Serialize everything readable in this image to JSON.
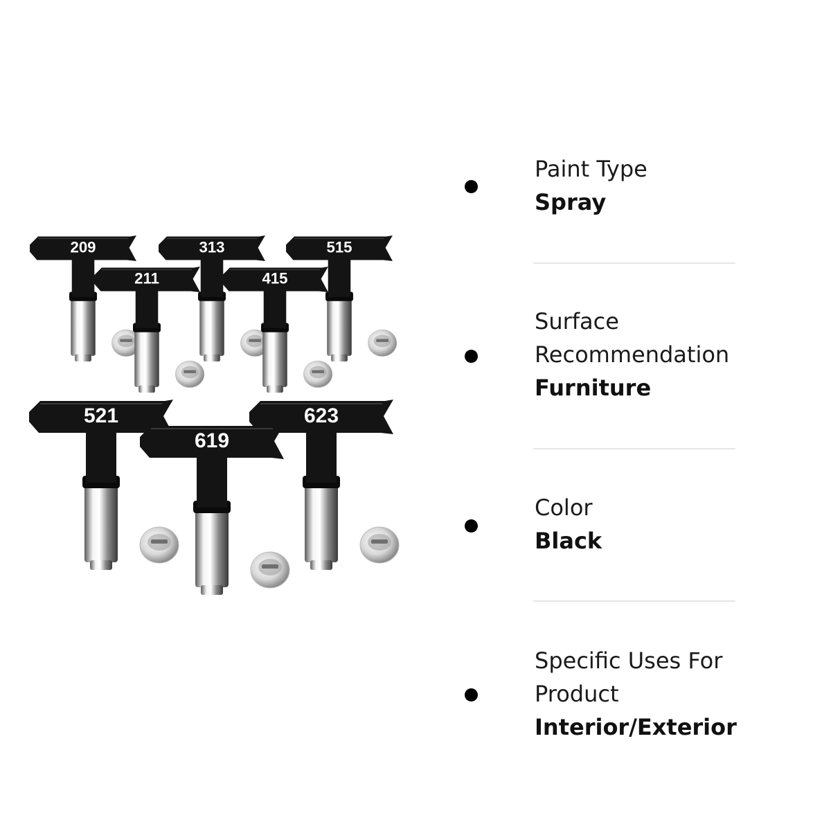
{
  "product": {
    "tip_numbers": [
      "209",
      "211",
      "313",
      "415",
      "515",
      "521",
      "619",
      "623"
    ],
    "colors": {
      "tip_body": "#141414",
      "steel_light": "#e8e8e8",
      "steel_dark": "#707070",
      "text": "#111111",
      "divider": "#e6e6e6"
    }
  },
  "specs": [
    {
      "label": "Paint Type",
      "value": "Spray"
    },
    {
      "label": "Surface Recommendation",
      "value": "Furniture"
    },
    {
      "label": "Color",
      "value": "Black"
    },
    {
      "label": "Specific Uses For Product",
      "value": "Interior/Exterior"
    }
  ]
}
